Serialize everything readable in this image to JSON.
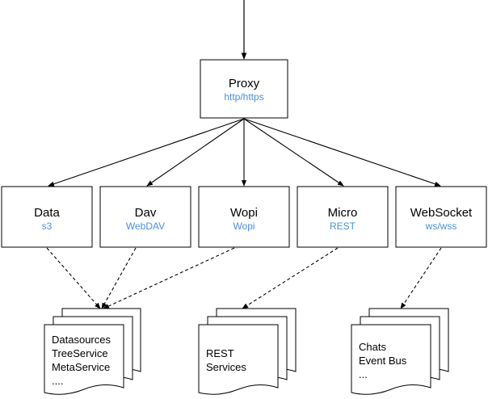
{
  "proxy": {
    "title": "Proxy",
    "protocol": "http/https"
  },
  "services": [
    {
      "title": "Data",
      "protocol": "s3"
    },
    {
      "title": "Dav",
      "protocol": "WebDAV"
    },
    {
      "title": "Wopi",
      "protocol": "Wopi"
    },
    {
      "title": "Micro",
      "protocol": "REST"
    },
    {
      "title": "WebSocket",
      "protocol": "ws/wss"
    }
  ],
  "documents": [
    {
      "lines": [
        "Datasources",
        "TreeService",
        "MetaService",
        "...."
      ]
    },
    {
      "lines": [
        "REST",
        "Services"
      ]
    },
    {
      "lines": [
        "Chats",
        "Event Bus",
        "..."
      ]
    }
  ],
  "colors": {
    "box_border": "#000000",
    "protocol_text": "#4a90d9",
    "line": "#000000"
  }
}
